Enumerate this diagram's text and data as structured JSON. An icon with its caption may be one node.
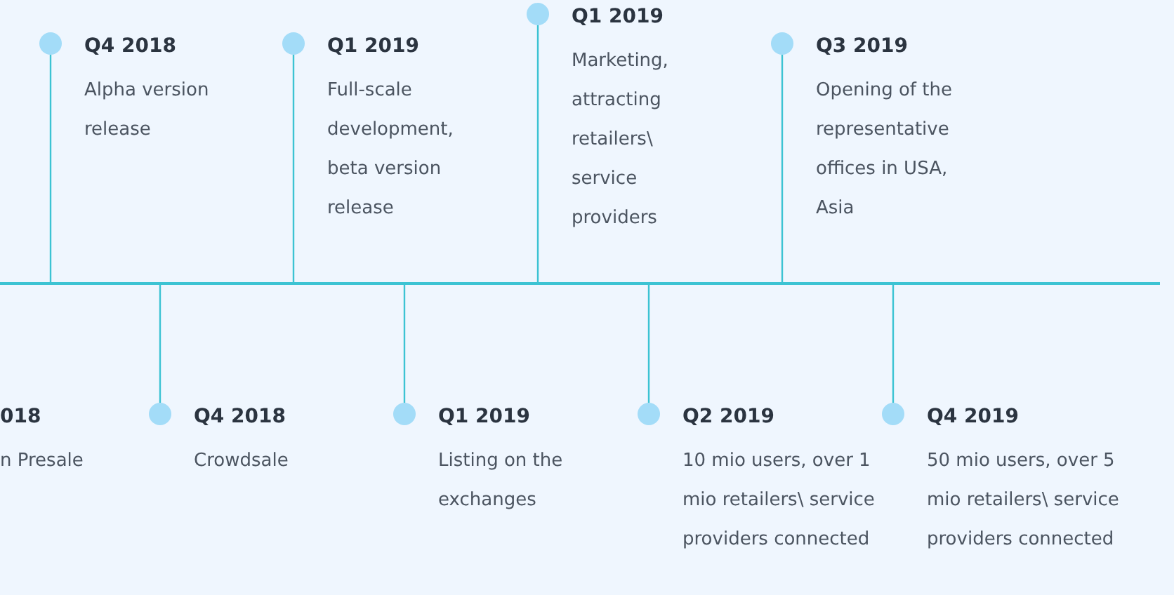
{
  "diagram": {
    "nodes": [
      {
        "text": [
          "Q4 2018",
          "Alpha version release"
        ]
      },
      {
        "text": [
          "Q1 2019",
          "Full-scale development, beta version release"
        ]
      },
      {
        "text": [
          "Q1 2019",
          "Marketing, attracting retailers\\ service providers"
        ]
      },
      {
        "text": [
          "Q3 2019",
          "Opening of the representative offices in USA, Asia"
        ]
      },
      {
        "text": [
          "018",
          "n Presale"
        ]
      },
      {
        "text": [
          "Q4 2018",
          "Crowdsale"
        ]
      },
      {
        "text": [
          "Q1 2019",
          "Listing on the exchanges"
        ]
      },
      {
        "text": [
          "Q2 2019",
          "10 mio users, over 1 mio retailers\\ service providers connected"
        ]
      },
      {
        "text": [
          "Q4 2019",
          "50 mio users, over 5 mio retailers\\ service providers connected"
        ]
      },
      {
        "text": [],
        "shape": "bar"
      }
    ],
    "edges": [
      {
        "from": 0,
        "to": 9,
        "arrow": "none"
      },
      {
        "from": 1,
        "to": 9,
        "arrow": "none"
      },
      {
        "from": 2,
        "to": 9,
        "arrow": "none"
      },
      {
        "from": 3,
        "to": 9,
        "arrow": "none"
      },
      {
        "from": 5,
        "to": 9,
        "arrow": "none"
      },
      {
        "from": 6,
        "to": 9,
        "arrow": "none"
      },
      {
        "from": 7,
        "to": 9,
        "arrow": "none"
      },
      {
        "from": 8,
        "to": 9,
        "arrow": "none"
      }
    ]
  }
}
